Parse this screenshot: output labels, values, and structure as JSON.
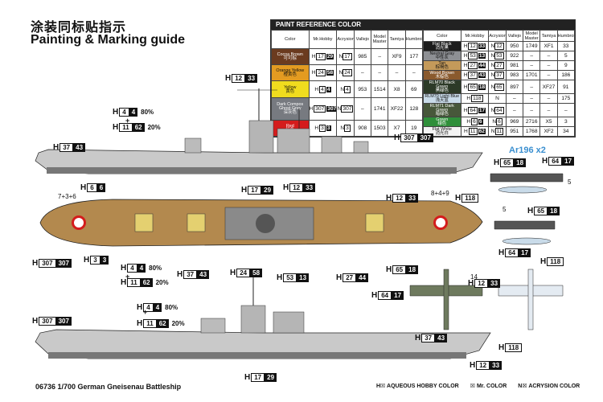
{
  "title_cn": "涂装同标贴指示",
  "title_en": "Painting & Marking guide",
  "reference": {
    "heading": "PAINT REFERENCE COLOR",
    "columns": [
      "Color",
      "Mr.Hobby",
      "Acrysion",
      "Vallejo",
      "Model Master",
      "Tamiya",
      "Humbrol"
    ],
    "left_rows": [
      {
        "name": "Cocoa Brown",
        "cn": "可可棕",
        "swatch": "#6b3b1f",
        "mh_pre": "H",
        "mh_n": "17",
        "mh_b": "29",
        "ac": "17",
        "vallejo": "985",
        "mm": "–",
        "tamiya": "XF9",
        "humbrol": "177"
      },
      {
        "name": "Orange Yellow",
        "cn": "橙黄色",
        "swatch": "#e39b21",
        "mh_pre": "H",
        "mh_n": "24",
        "mh_b": "58",
        "ac": "24",
        "vallejo": "–",
        "mm": "–",
        "tamiya": "–",
        "humbrol": "–"
      },
      {
        "name": "Yellow",
        "cn": "黄色",
        "swatch": "#f0dc1e",
        "mh_pre": "H",
        "mh_n": "4",
        "mh_b": "4",
        "ac": "4",
        "vallejo": "953",
        "mm": "1514",
        "tamiya": "X8",
        "humbrol": "69"
      },
      {
        "name": "Dark Compos Ghost Grey",
        "cn": "深灰色",
        "swatch": "#777a80",
        "mh_pre": "H",
        "mh_n": "307",
        "mh_b": "307",
        "ac": "307",
        "vallejo": "–",
        "mm": "1741",
        "tamiya": "XF22",
        "humbrol": "128"
      },
      {
        "name": "Red",
        "cn": "红色",
        "swatch": "#d41c1c",
        "mh_pre": "H",
        "mh_n": "3",
        "mh_b": "3",
        "ac": "3",
        "vallejo": "908",
        "mm": "1503",
        "tamiya": "X7",
        "humbrol": "19"
      }
    ],
    "right_rows": [
      {
        "name": "Flat Black",
        "cn": "消光黑",
        "swatch": "#1c1c1c",
        "mh_pre": "H",
        "mh_n": "12",
        "mh_b": "33",
        "ac": "12",
        "vallejo": "950",
        "mm": "1749",
        "tamiya": "XF1",
        "humbrol": "33"
      },
      {
        "name": "Neutral Gray",
        "cn": "中性灰",
        "swatch": "#8e9094",
        "mh_pre": "H",
        "mh_n": "53",
        "mh_b": "13",
        "ac": "53",
        "vallejo": "922",
        "mm": "–",
        "tamiya": "–",
        "humbrol": "5"
      },
      {
        "name": "Tan",
        "cn": "棕褐色",
        "swatch": "#c49a5a",
        "mh_pre": "H",
        "mh_n": "27",
        "mh_b": "44",
        "ac": "27",
        "vallejo": "981",
        "mm": "–",
        "tamiya": "–",
        "humbrol": "9"
      },
      {
        "name": "Wood Brown",
        "cn": "木棕色",
        "swatch": "#8a5a2e",
        "mh_pre": "H",
        "mh_n": "37",
        "mh_b": "43",
        "ac": "37",
        "vallejo": "983",
        "mm": "1701",
        "tamiya": "–",
        "humbrol": "186"
      },
      {
        "name": "RLM70 Black Green",
        "cn": "黑绿色",
        "swatch": "#2c3a27",
        "mh_pre": "H",
        "mh_n": "65",
        "mh_b": "18",
        "ac": "65",
        "vallejo": "897",
        "mm": "–",
        "tamiya": "XF27",
        "humbrol": "91"
      },
      {
        "name": "RLM70 Light Blue",
        "cn": "浅天蓝",
        "swatch": "#c9dbe9",
        "mh_pre": "H",
        "mh_n": "118",
        "mh_b": "",
        "ac": "",
        "vallejo": "–",
        "mm": "–",
        "tamiya": "–",
        "humbrol": "175"
      },
      {
        "name": "RLM71 Dark Green",
        "cn": "暗绿色",
        "swatch": "#47573a",
        "mh_pre": "H",
        "mh_n": "64",
        "mh_b": "17",
        "ac": "64",
        "vallejo": "–",
        "mm": "–",
        "tamiya": "–",
        "humbrol": "–"
      },
      {
        "name": "Green",
        "cn": "绿色",
        "swatch": "#2f8f3a",
        "mh_pre": "H",
        "mh_n": "6",
        "mh_b": "6",
        "ac": "6",
        "vallejo": "969",
        "mm": "2716",
        "tamiya": "X5",
        "humbrol": "3"
      },
      {
        "name": "Flat White",
        "cn": "消光白",
        "swatch": "#f4f4f4",
        "mh_pre": "H",
        "mh_n": "11",
        "mh_b": "62",
        "ac": "11",
        "vallejo": "951",
        "mm": "1768",
        "tamiya": "XF2",
        "humbrol": "34"
      }
    ]
  },
  "callouts": {
    "mast_top": {
      "p": "H",
      "n": "12",
      "b": "33"
    },
    "yellow_80_a": {
      "p": "H",
      "n": "4",
      "b": "4",
      "pct": "80%"
    },
    "white_20_a": {
      "p": "H",
      "n": "11",
      "b": "62",
      "pct": "20%"
    },
    "hull_side_a": {
      "p": "H",
      "n": "37",
      "b": "43"
    },
    "grey_a": {
      "p": "H",
      "n": "307",
      "b": "307"
    },
    "brown_deck": {
      "p": "H",
      "n": "17",
      "b": "29"
    },
    "black_deck": {
      "p": "H",
      "n": "12",
      "b": "33"
    },
    "black_hull": {
      "p": "H",
      "n": "12",
      "b": "33"
    },
    "green_bow": {
      "p": "H",
      "n": "6",
      "b": "6"
    },
    "lightblue_a": {
      "p": "H",
      "n": "118",
      "b": ""
    },
    "grey_b": {
      "p": "H",
      "n": "307",
      "b": "307"
    },
    "red_a": {
      "p": "H",
      "n": "3",
      "b": "3"
    },
    "yellow_80_b": {
      "p": "H",
      "n": "4",
      "b": "4",
      "pct": "80%"
    },
    "white_20_b": {
      "p": "H",
      "n": "11",
      "b": "62",
      "pct": "20%"
    },
    "wood_deck": {
      "p": "H",
      "n": "37",
      "b": "43"
    },
    "orange_deck": {
      "p": "H",
      "n": "24",
      "b": "58"
    },
    "neutral_deck": {
      "p": "H",
      "n": "53",
      "b": "13"
    },
    "tan_deck": {
      "p": "H",
      "n": "27",
      "b": "44"
    },
    "yellow_80_c": {
      "p": "H",
      "n": "4",
      "b": "4",
      "pct": "80%"
    },
    "white_20_c": {
      "p": "H",
      "n": "11",
      "b": "62",
      "pct": "20%"
    },
    "grey_c": {
      "p": "H",
      "n": "307",
      "b": "307"
    },
    "black_bottom": {
      "p": "H",
      "n": "12",
      "b": "33"
    },
    "brown_bottom": {
      "p": "H",
      "n": "17",
      "b": "29"
    },
    "plane_top_1": {
      "p": "H",
      "n": "65",
      "b": "18"
    },
    "plane_top_2": {
      "p": "H",
      "n": "64",
      "b": "17"
    },
    "plane_mid_1": {
      "p": "H",
      "n": "65",
      "b": "18"
    },
    "plane_mid_2": {
      "p": "H",
      "n": "64",
      "b": "17"
    },
    "plane_mid_3": {
      "p": "H",
      "n": "118",
      "b": ""
    },
    "plane_b_1": {
      "p": "H",
      "n": "65",
      "b": "18"
    },
    "plane_b_2": {
      "p": "H",
      "n": "12",
      "b": "33"
    },
    "plane_b_3": {
      "p": "H",
      "n": "64",
      "b": "17"
    },
    "plane_b_4": {
      "p": "H",
      "n": "37",
      "b": "43"
    },
    "plane_b_5": {
      "p": "H",
      "n": "118",
      "b": ""
    }
  },
  "markings": {
    "bow_decal": "7+3+6",
    "stern_decal": "8+4+9",
    "five_a": "5",
    "five_b": "5",
    "fourteen": "14"
  },
  "aircraft_title": "Ar196 x2",
  "bottom_label": "06736 1/700  German Gneisenau Battleship",
  "legend": [
    "H☒ AQUEOUS HOBBY COLOR",
    "☒ Mr. COLOR",
    "N☒ ACRYSION COLOR"
  ]
}
